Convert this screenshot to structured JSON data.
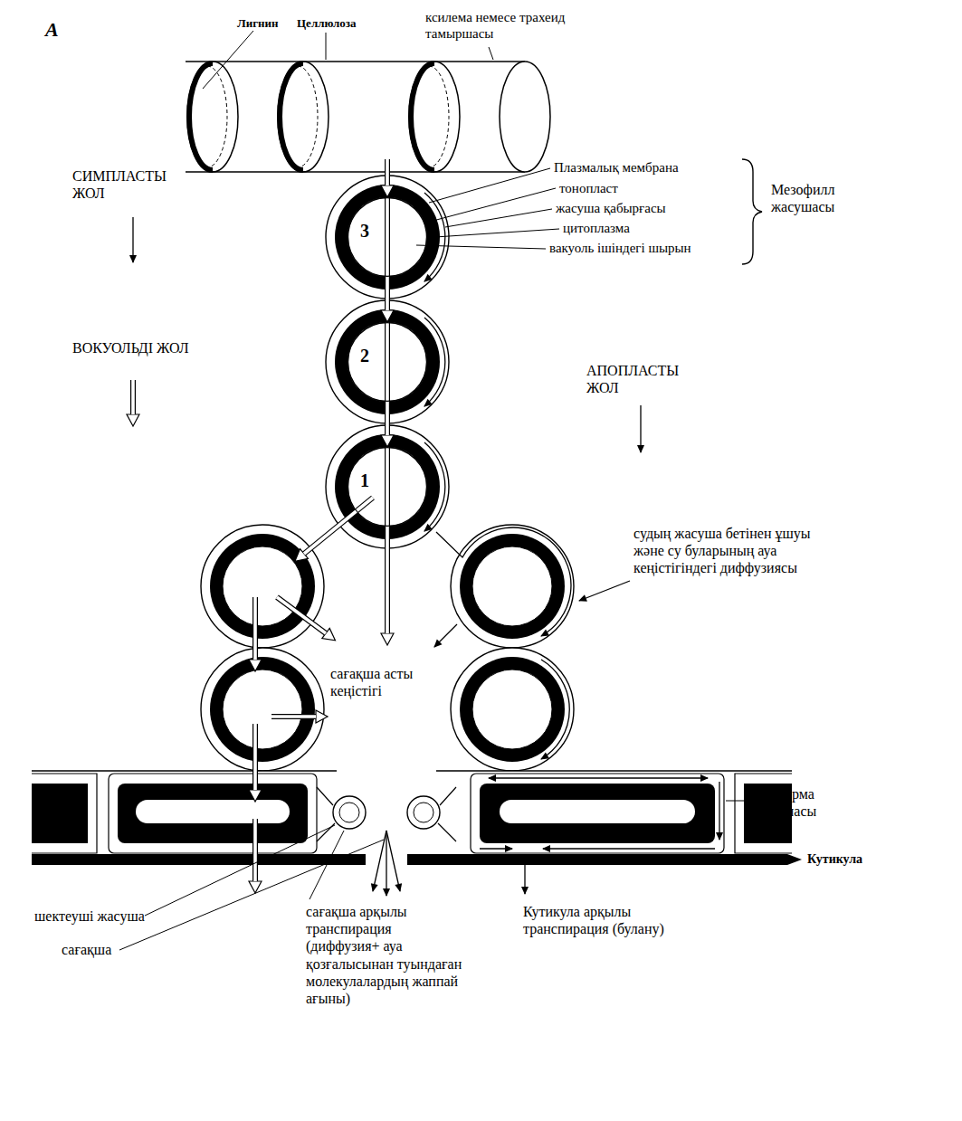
{
  "diagram": {
    "nodes": [
      {
        "text": [
          "3"
        ]
      },
      {
        "text": [
          "2"
        ]
      },
      {
        "text": [
          "1"
        ]
      }
    ],
    "edges": [
      {
        "from": 0,
        "to": 1,
        "arrow": "to"
      },
      {
        "from": 1,
        "to": 2,
        "arrow": "to"
      }
    ],
    "labels": [
      "А",
      "Лигнин",
      "Целлюлоза",
      "ксилема немесе трахеид тамыршасы",
      "Плазмалық мембрана",
      "тонопласт",
      "жасуша қабырғасы",
      "цитоплазма",
      "вакуоль ішіндегі шырын",
      "Мезофилл жасушасы",
      "СИМПЛАСТЫ ЖОЛ",
      "ВОКУОЛЬДІ ЖОЛ",
      "АПОПЛАСТЫ ЖОЛ",
      "судың жасуша бетінен ұшуы және су буларының ауа кеңістігіндегі диффузиясы",
      "сағақша асты кеңістігі",
      "Эпидерма жасушасы",
      "Кутикула",
      "шектеуші жасуша",
      "сағақша",
      "сағақша арқылы транспирация (диффузия+ ауа қозғалысынан туындаған молекулалардың жаппай ағыны)",
      "Кутикула арқылы транспирация (булану)"
    ]
  }
}
